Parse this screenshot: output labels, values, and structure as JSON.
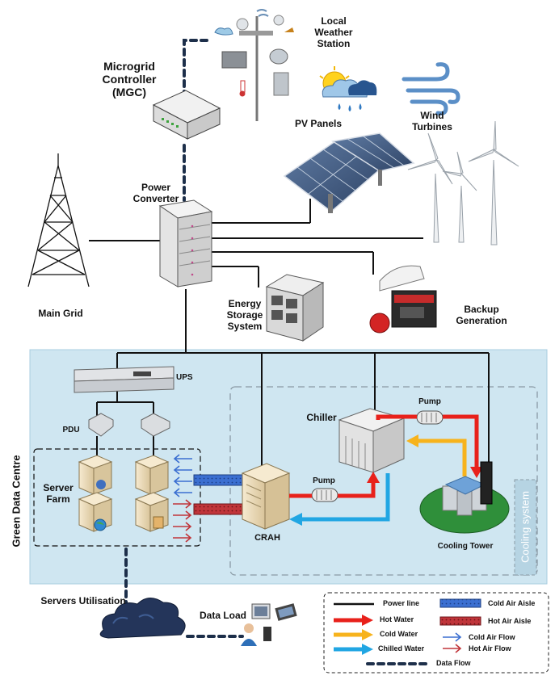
{
  "labels": {
    "mgc": "Microgrid Controller (MGC)",
    "weather": "Local Weather Station",
    "pv": "PV Panels",
    "wind": "Wind Turbines",
    "converter": "Power Converter",
    "main_grid": "Main Grid",
    "ess": "Energy Storage System",
    "backup": "Backup Generation",
    "ups": "UPS",
    "pdu": "PDU",
    "server_farm": "Server Farm",
    "crah": "CRAH",
    "chiller": "Chiller",
    "pump_top": "Pump",
    "pump_bottom": "Pump",
    "cooling_tower": "Cooling Tower",
    "cooling_system": "Cooling system",
    "green_dc": "Green Data Centre",
    "servers_util": "Servers Utilisation",
    "data_load": "Data Load"
  },
  "legend": {
    "power_line": "Power line",
    "hot_water": "Hot Water",
    "cold_water": "Cold Water",
    "chilled_water": "Chilled Water",
    "data_flow": "Data Flow",
    "cold_aisle": "Cold Air Aisle",
    "hot_aisle": "Hot Air Aisle",
    "cold_flow": "Cold Air Flow",
    "hot_flow": "Hot Air Flow"
  },
  "colors": {
    "dc_background": "#cfe6f1",
    "hot_water": "#e8211b",
    "cold_water": "#f7b31c",
    "chilled_water": "#21a6e3",
    "cold_aisle": "#3b6fd1",
    "hot_aisle": "#c0353a",
    "data_flow": "#1d2f4a",
    "tower_base": "#2f8f3a"
  }
}
